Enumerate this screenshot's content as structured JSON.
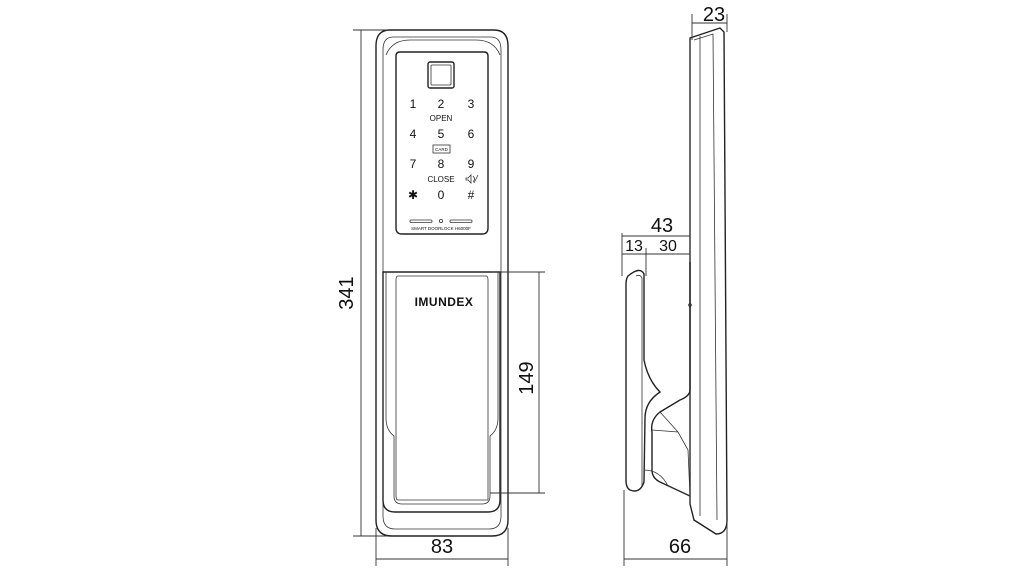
{
  "front_view": {
    "keys": [
      "1",
      "2",
      "3",
      "4",
      "5",
      "6",
      "7",
      "8",
      "9",
      "✱",
      "0",
      "#"
    ],
    "labels": {
      "open": "OPEN",
      "card": "CARD",
      "close": "CLOSE",
      "model": "SMART DOORLOCK H6000F"
    },
    "brand": "IMUNDEX",
    "dimensions": {
      "height": "341",
      "width": "83",
      "handle_height": "149"
    }
  },
  "side_view": {
    "dimensions": {
      "top_depth": "23",
      "handle_offset": "43",
      "handle_inner": "13",
      "handle_outer": "30",
      "total_depth": "66"
    }
  }
}
